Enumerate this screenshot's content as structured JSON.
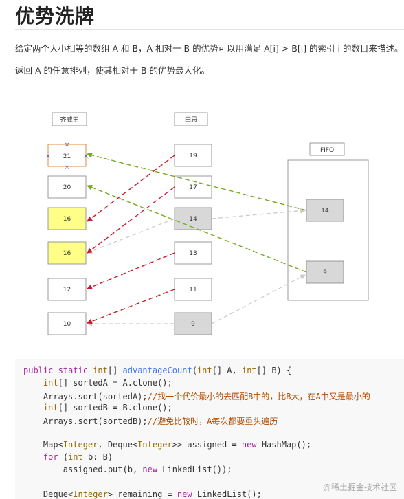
{
  "page": {
    "title": "优势洗牌",
    "para1": "给定两个大小相等的数组 A 和 B，A 相对于 B 的优势可以用满足 A[i] > B[i] 的索引 i 的数目来描述。",
    "para2": "返回 A 的任意排列，使其相对于 B 的优势最大化。"
  },
  "diagram": {
    "left_header": "齐威王",
    "middle_header": "田忌",
    "right_header": "FIFO",
    "left_values": [
      "21",
      "20",
      "16",
      "16",
      "12",
      "10"
    ],
    "middle_values": [
      "19",
      "17",
      "14",
      "13",
      "11",
      "9"
    ],
    "fifo_values": [
      "14",
      "9"
    ],
    "cross_mark": "×",
    "colors": {
      "highlight_yellow": "#ffff88",
      "highlight_gray": "#d8d8d8",
      "arrow_red": "#cc1a2a",
      "arrow_green": "#77aa22",
      "arrow_gray": "#cccccc",
      "crossed_border": "#e08a3c",
      "cross_mark": "#4455cc"
    }
  },
  "code": {
    "lines": [
      [
        {
          "t": "public static ",
          "c": "kw"
        },
        {
          "t": "int",
          "c": "ty"
        },
        {
          "t": "[] "
        },
        {
          "t": "advantageCount",
          "c": "fn"
        },
        {
          "t": "("
        },
        {
          "t": "int",
          "c": "ty"
        },
        {
          "t": "[] A, "
        },
        {
          "t": "int",
          "c": "ty"
        },
        {
          "t": "[] B) {"
        }
      ],
      [
        {
          "t": "    "
        },
        {
          "t": "int",
          "c": "ty"
        },
        {
          "t": "[] sortedA = A.clone();"
        }
      ],
      [
        {
          "t": "    Arrays.sort(sortedA);"
        },
        {
          "t": "//找一个代价最小的去匹配B中的，比B大，在A中又是最小的",
          "c": "cm"
        }
      ],
      [
        {
          "t": "    "
        },
        {
          "t": "int",
          "c": "ty"
        },
        {
          "t": "[] sortedB = B.clone();"
        }
      ],
      [
        {
          "t": "    Arrays.sort(sortedB);"
        },
        {
          "t": "//避免比较时，A每次都要重头遍历",
          "c": "cm"
        }
      ],
      [],
      [
        {
          "t": "    Map<"
        },
        {
          "t": "Integer",
          "c": "ty"
        },
        {
          "t": ", Deque<"
        },
        {
          "t": "Integer",
          "c": "ty"
        },
        {
          "t": ">> assigned = "
        },
        {
          "t": "new",
          "c": "kw"
        },
        {
          "t": " HashMap();"
        }
      ],
      [
        {
          "t": "    "
        },
        {
          "t": "for",
          "c": "kw"
        },
        {
          "t": " ("
        },
        {
          "t": "int",
          "c": "ty"
        },
        {
          "t": " b: B)"
        }
      ],
      [
        {
          "t": "        assigned.put(b, "
        },
        {
          "t": "new",
          "c": "kw"
        },
        {
          "t": " LinkedList());"
        }
      ],
      [],
      [
        {
          "t": "    Deque<"
        },
        {
          "t": "Integer",
          "c": "ty"
        },
        {
          "t": "> remaining = "
        },
        {
          "t": "new",
          "c": "kw"
        },
        {
          "t": " LinkedList();"
        }
      ]
    ]
  },
  "watermark": "@稀土掘金技术社区"
}
